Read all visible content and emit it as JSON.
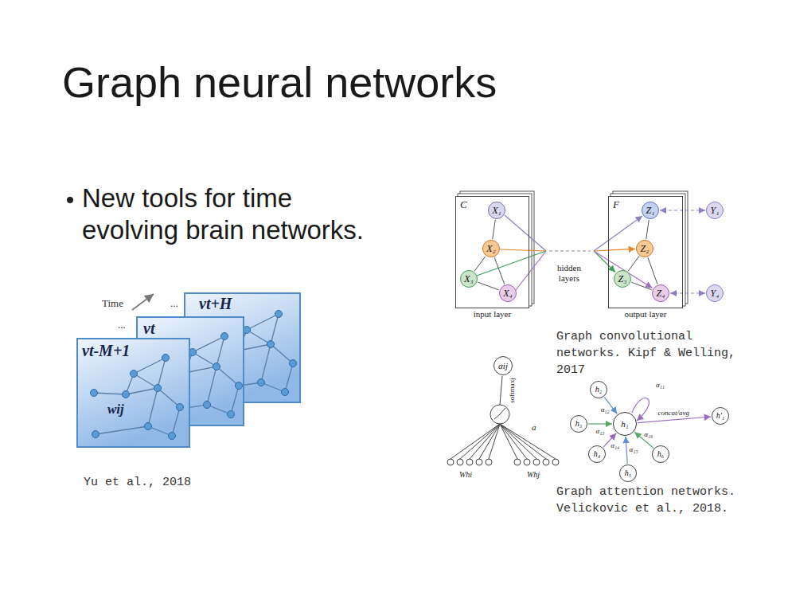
{
  "diagram": {
    "title": "Graph neural networks",
    "nodes": [
      {
        "text": [
          "C",
          "input layer"
        ]
      },
      {
        "text": [
          "X₁"
        ],
        "in": 0
      },
      {
        "text": [
          "X₂"
        ],
        "in": 0
      },
      {
        "text": [
          "X₃"
        ],
        "in": 0
      },
      {
        "text": [
          "X₄"
        ],
        "in": 0
      },
      {
        "text": [
          "F",
          "output layer"
        ]
      },
      {
        "text": [
          "Z₁"
        ],
        "in": 5
      },
      {
        "text": [
          "Z₂"
        ],
        "in": 5
      },
      {
        "text": [
          "Z₃"
        ],
        "in": 5
      },
      {
        "text": [
          "Z₄"
        ],
        "in": 5
      },
      {
        "text": [
          "Y₁"
        ]
      },
      {
        "text": [
          "Y₄"
        ]
      },
      {
        "text": [
          "αij"
        ]
      },
      {
        "text": [
          "h₁"
        ]
      },
      {
        "text": [
          "h₂"
        ]
      },
      {
        "text": [
          "h₃"
        ]
      },
      {
        "text": [
          "h₄"
        ]
      },
      {
        "text": [
          "h₅"
        ]
      },
      {
        "text": [
          "h₆"
        ]
      },
      {
        "text": [
          "h'₁"
        ]
      },
      {
        "text": [
          "vt+H"
        ]
      },
      {
        "text": [
          "vt"
        ]
      },
      {
        "text": [
          "vt-M+1",
          "wij"
        ]
      }
    ],
    "edges": [
      {
        "from": 1,
        "to": 2,
        "arrow": "none"
      },
      {
        "from": 2,
        "to": 3,
        "arrow": "none"
      },
      {
        "from": 2,
        "to": 4,
        "arrow": "none"
      },
      {
        "from": 3,
        "to": 4,
        "arrow": "none"
      },
      {
        "from": 6,
        "to": 7,
        "arrow": "none"
      },
      {
        "from": 7,
        "to": 8,
        "arrow": "none"
      },
      {
        "from": 7,
        "to": 9,
        "arrow": "none"
      },
      {
        "from": 8,
        "to": 9,
        "arrow": "none"
      },
      {
        "from": 10,
        "to": 6,
        "arrow": "both"
      },
      {
        "from": 11,
        "to": 9,
        "arrow": "both"
      },
      {
        "from": 14,
        "to": 13,
        "arrow": "to",
        "label": "α₁₂"
      },
      {
        "from": 15,
        "to": 13,
        "arrow": "to",
        "label": "α₁₃"
      },
      {
        "from": 16,
        "to": 13,
        "arrow": "to",
        "label": "α₁₄"
      },
      {
        "from": 17,
        "to": 13,
        "arrow": "to",
        "label": "α₁₅"
      },
      {
        "from": 18,
        "to": 13,
        "arrow": "to",
        "label": "α₁₆"
      },
      {
        "from": 13,
        "to": 19,
        "arrow": "to",
        "label": "concat/avg"
      }
    ],
    "labels": [
      "New tools for time evolving brain networks.",
      "Time",
      "...",
      "...",
      "Yu et al., 2018",
      "hidden layers",
      "Graph convolutional networks. Kipf & Welling, 2017",
      "softmaxj",
      "a",
      "Whi",
      "Whj",
      "α₁₁",
      "Graph attention networks. Velickovic et al., 2018."
    ]
  }
}
